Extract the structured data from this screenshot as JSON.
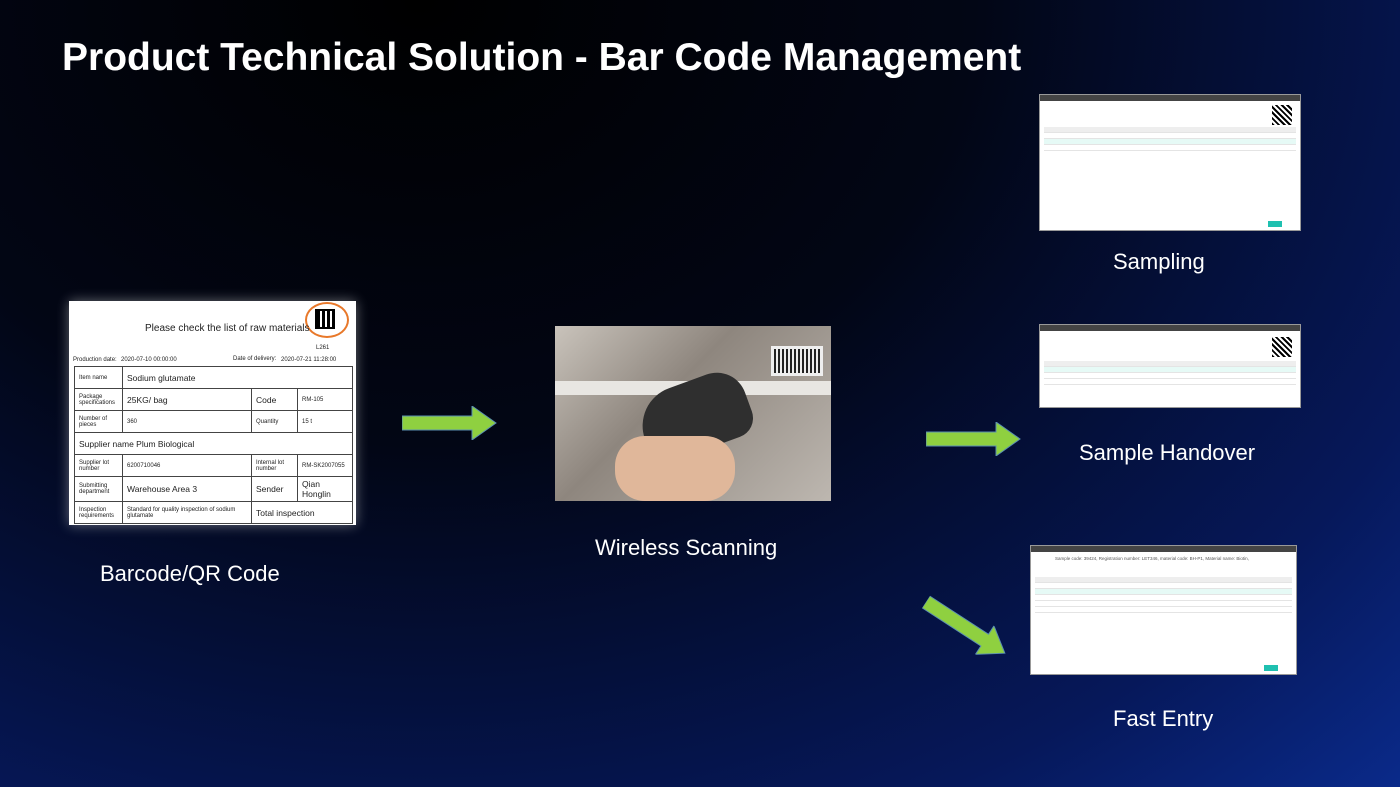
{
  "title": "Product Technical Solution - Bar Code Management",
  "captions": {
    "barcode": "Barcode/QR Code",
    "scanning": "Wireless Scanning",
    "sampling": "Sampling",
    "handover": "Sample Handover",
    "fast_entry": "Fast Entry"
  },
  "form": {
    "heading": "Please check the list of raw materials",
    "code_id": "L261",
    "production_date_label": "Production date:",
    "production_date": "2020-07-10 00:00:00",
    "delivery_label": "Date of delivery:",
    "delivery_date": "2020-07-21 11:28:00",
    "item_name_label": "Item name",
    "item_name": "Sodium glutamate",
    "package_label": "Package specifications",
    "package": "25KG/ bag",
    "code_label": "Code",
    "code": "RM-105",
    "pieces_label": "Number of pieces",
    "pieces": "360",
    "quantity_label": "Quantity",
    "quantity": "15 t",
    "supplier": "Supplier name Plum Biological",
    "supplier_lot_label": "Supplier lot number",
    "supplier_lot": "6200710046",
    "internal_lot_label": "Internal lot number",
    "internal_lot": "RM-SK2007055",
    "dept_label": "Submitting department",
    "dept": "Warehouse Area 3",
    "sender_label": "Sender",
    "sender": "Qian Honglin",
    "insp_label": "Inspection requirements",
    "insp_std": "Standard for quality inspection of sodium glutamate",
    "insp": "Total inspection"
  },
  "fast_entry_shot": {
    "header": "Sample code: 39424, Registration number: LET346, material code: BH-P1, Material name: Biotin,"
  }
}
